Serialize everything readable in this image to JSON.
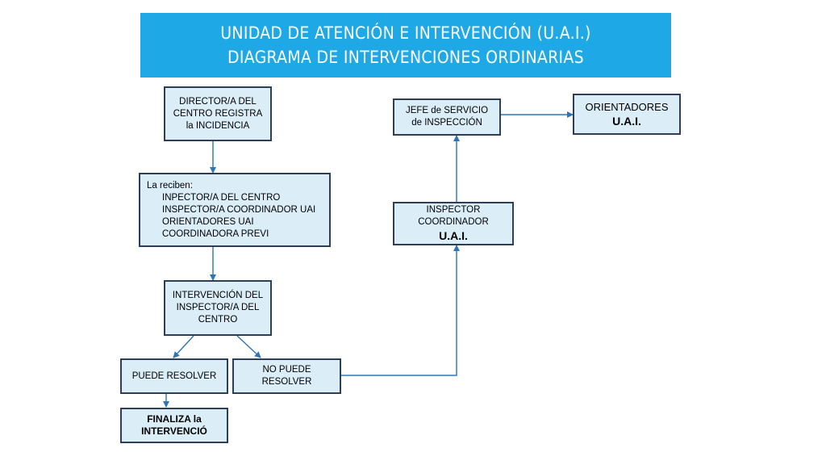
{
  "banner": {
    "line1": "UNIDAD DE ATENCIÓN E INTERVENCIÓN (U.A.I.)",
    "line2": "DIAGRAMA DE  INTERVENCIONES ORDINARIAS"
  },
  "nodes": {
    "director": {
      "lines": [
        "DIRECTOR/A DEL",
        "CENTRO REGISTRA",
        "la INCIDENCIA"
      ]
    },
    "reciben": {
      "heading": "La reciben:",
      "items": [
        "INPECTOR/A DEL CENTRO",
        "INSPECTOR/A COORDINADOR UAI",
        "ORIENTADORES UAI",
        "COORDINADORA PREVI"
      ]
    },
    "intervencion": {
      "lines": [
        "INTERVENCIÓN DEL",
        "INSPECTOR/A DEL",
        "CENTRO"
      ]
    },
    "puede": {
      "label": "PUEDE RESOLVER"
    },
    "no_puede": {
      "lines": [
        "NO PUEDE",
        "RESOLVER"
      ]
    },
    "finaliza": {
      "lines": [
        "FINALIZA la",
        "INTERVENCIÓ"
      ]
    },
    "inspector_coord": {
      "lines": [
        "INSPECTOR",
        "COORDINADOR"
      ],
      "strong": "U.A.I."
    },
    "jefe": {
      "lines": [
        "JEFE de SERVICIO",
        "de INSPECCIÓN"
      ]
    },
    "orientadores": {
      "line": "ORIENTADORES",
      "strong": "U.A.I."
    }
  },
  "colors": {
    "banner": "#1ea8e6",
    "box_fill": "#dbeef8",
    "box_border": "#2f3e55",
    "arrow": "#2e75b6"
  }
}
